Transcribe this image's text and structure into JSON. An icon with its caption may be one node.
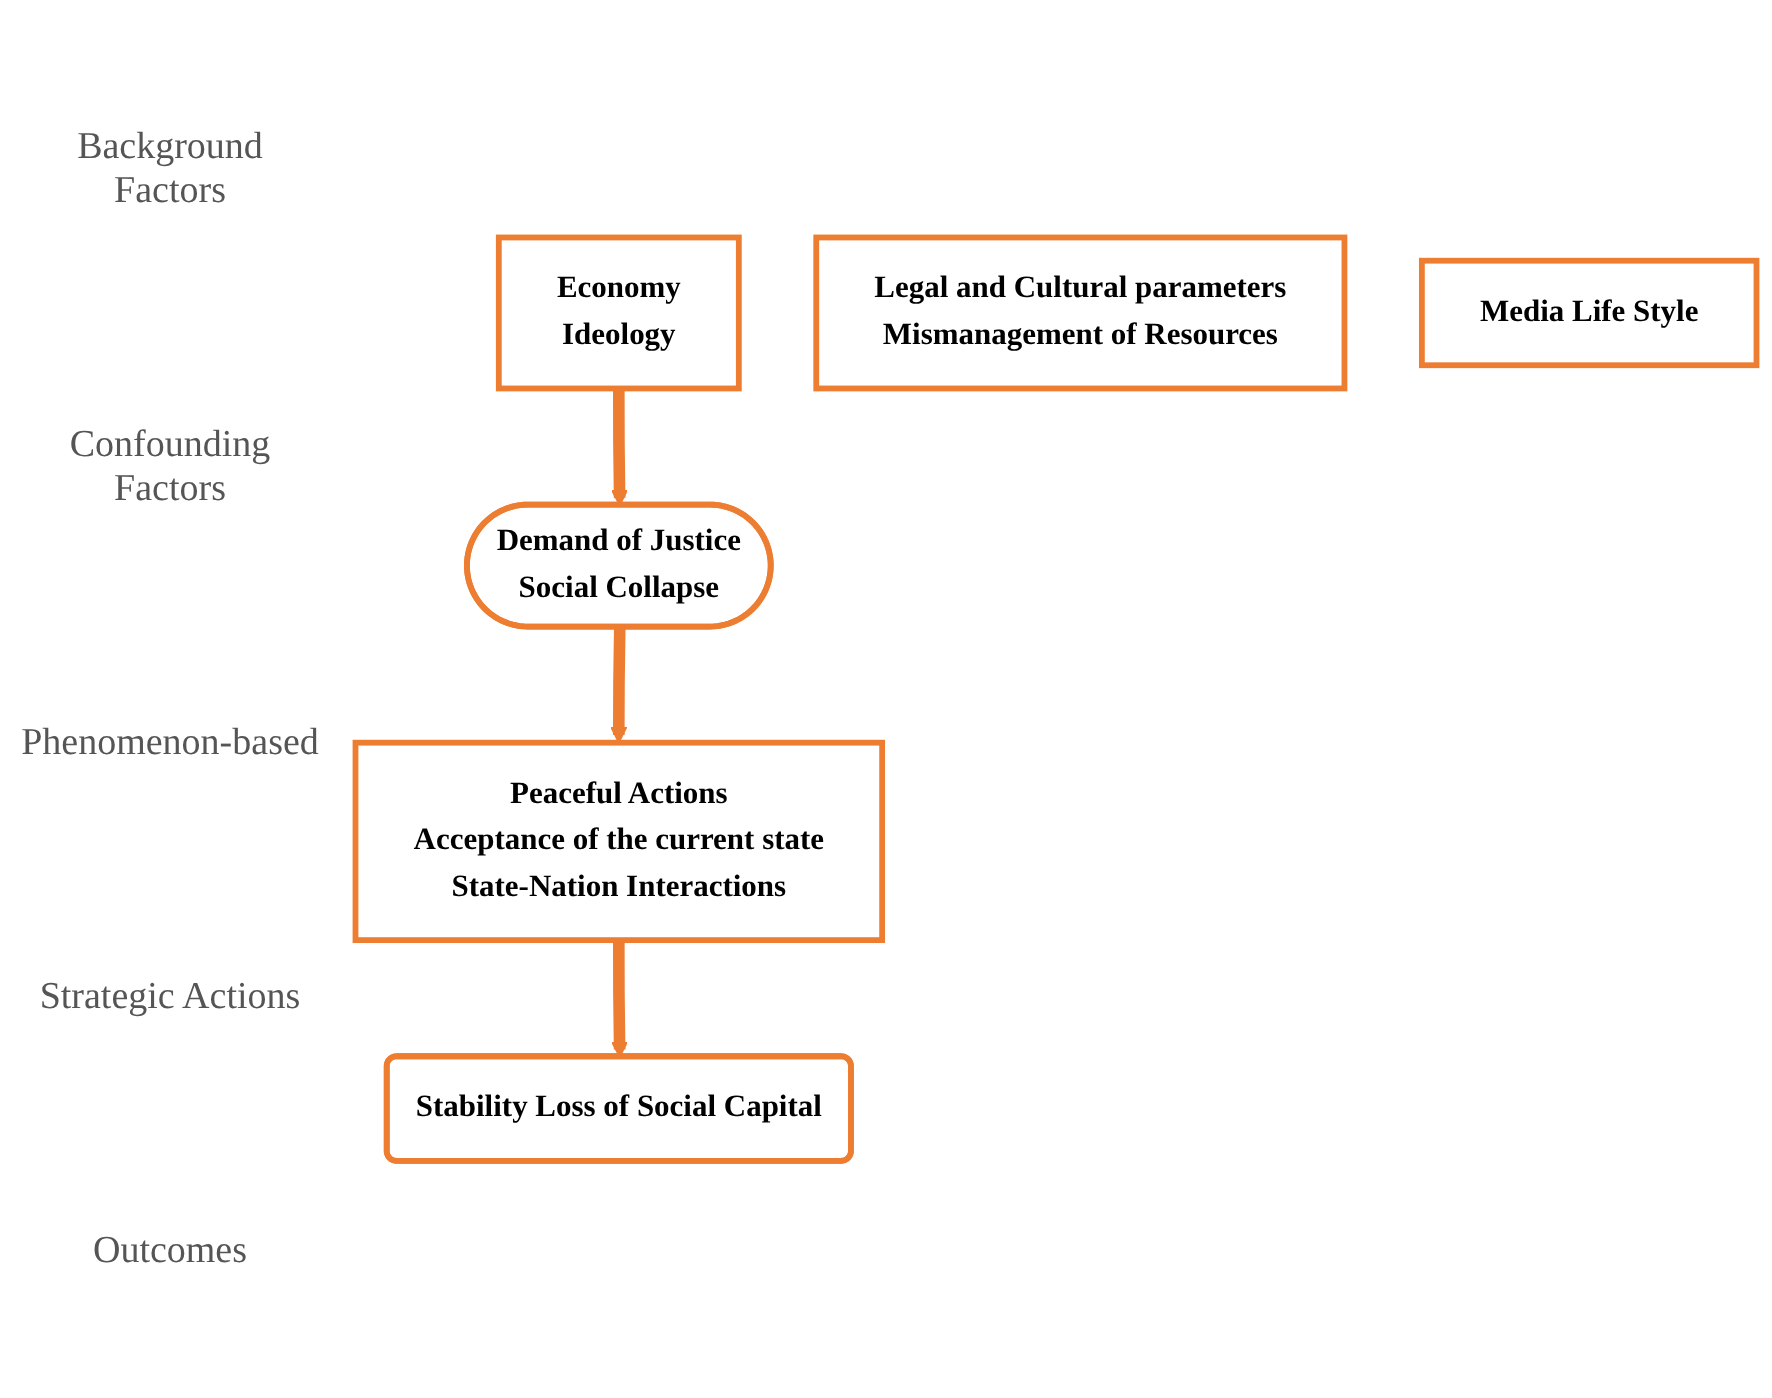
{
  "diagram": {
    "nodes": [
      {
        "text": [
          "Economy",
          "Ideology"
        ]
      },
      {
        "text": [
          "Legal and Cultural parameters",
          "Mismanagement of Resources"
        ]
      },
      {
        "text": [
          "Media Life Style"
        ]
      },
      {
        "text": [
          "Demand of Justice",
          "Social Collapse"
        ]
      },
      {
        "text": [
          "Peaceful Actions",
          "Acceptance of the current state",
          "State-Nation Interactions"
        ]
      },
      {
        "text": [
          "Stability Loss of Social Capital"
        ]
      }
    ],
    "edges": [
      {
        "from": 0,
        "to": 3,
        "arrow": "to"
      },
      {
        "from": 3,
        "to": 4,
        "arrow": "to"
      },
      {
        "from": 4,
        "to": 5,
        "arrow": "to"
      }
    ],
    "labels": [
      "Background Factors",
      "Confounding Factors",
      "Phenomenon-based",
      "Strategic Actions",
      "Outcomes"
    ]
  }
}
